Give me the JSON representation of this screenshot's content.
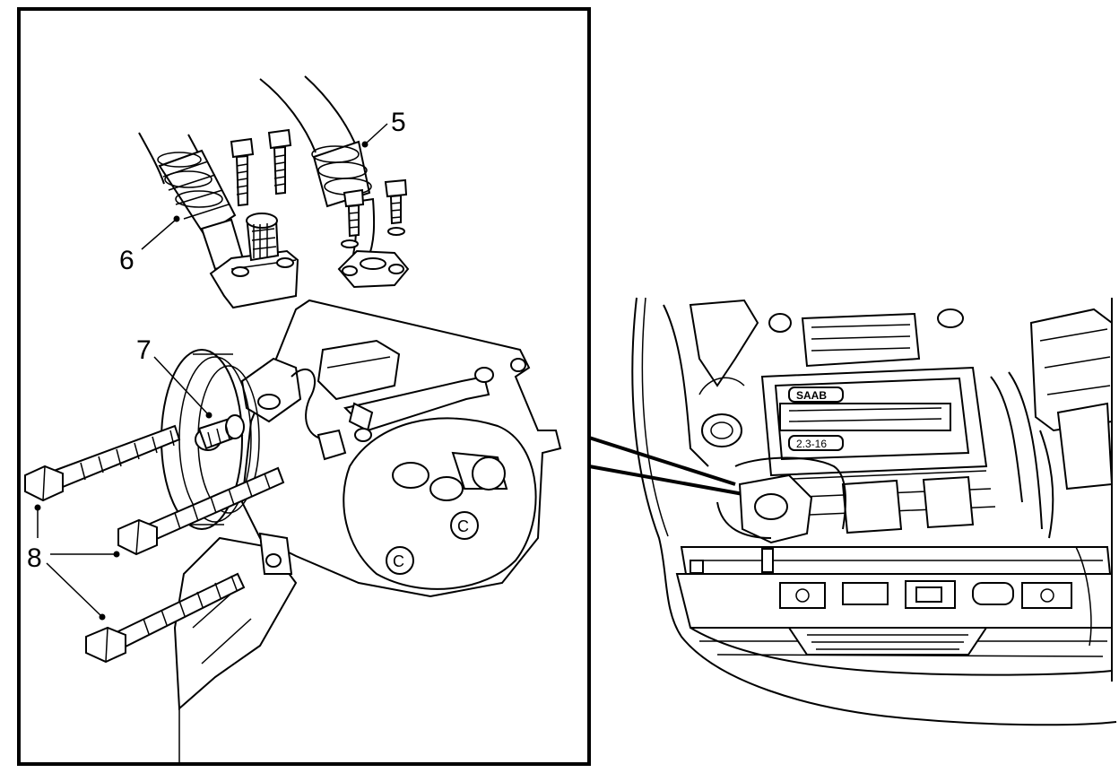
{
  "callouts": {
    "label_5": "5",
    "label_6": "6",
    "label_7": "7",
    "label_8": "8"
  },
  "inset": {
    "badge_text": "SAAB",
    "engine_text": "2.3-16"
  },
  "colors": {
    "ink": "#000000",
    "paper": "#ffffff"
  }
}
